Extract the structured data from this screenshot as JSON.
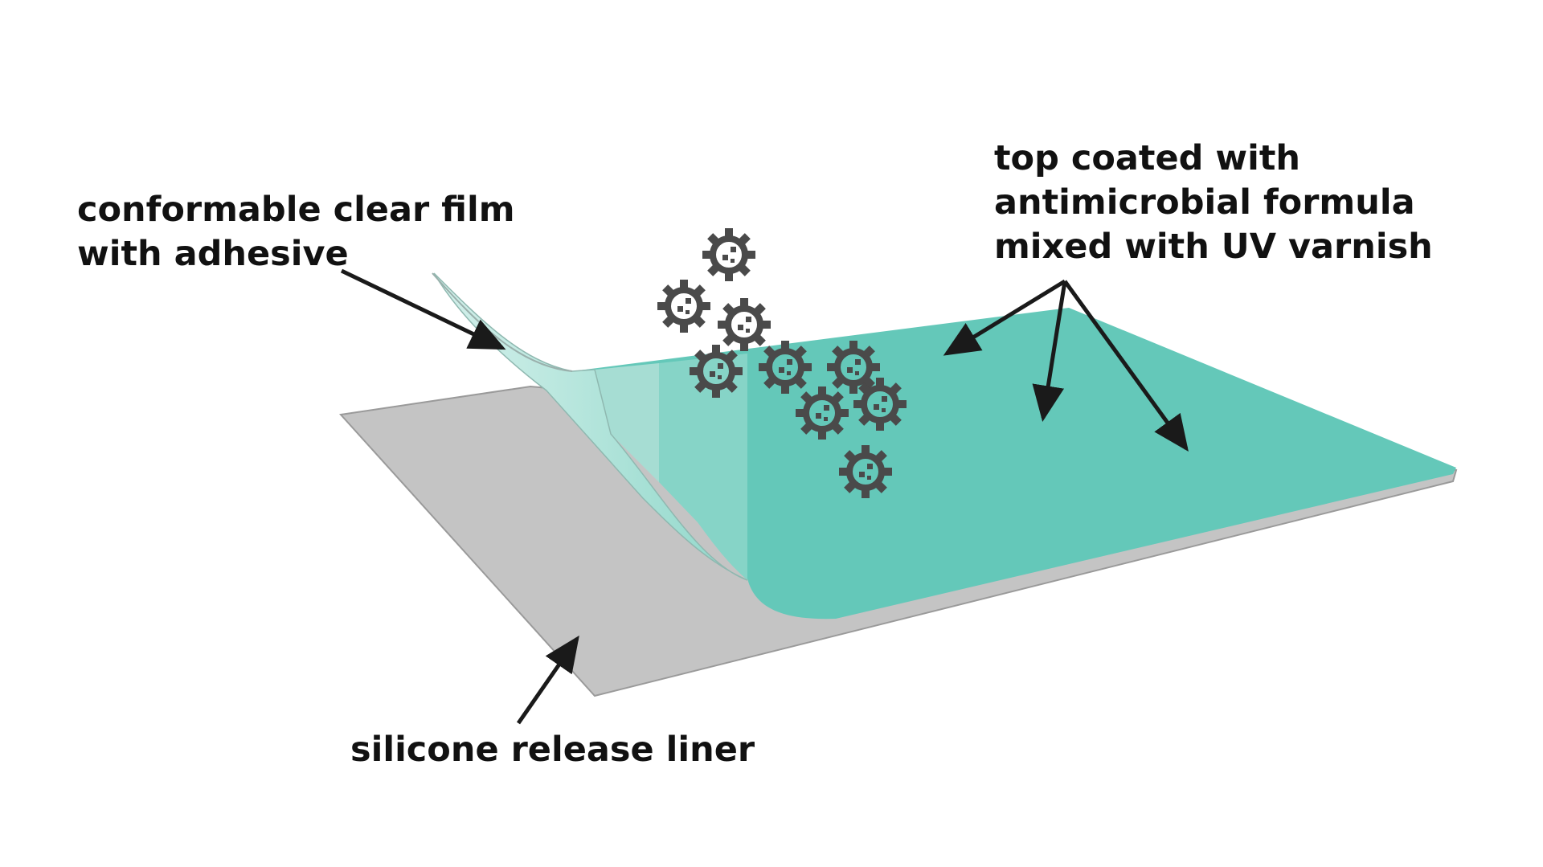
{
  "labels": {
    "film": {
      "line1": "conformable clear film",
      "line2": "with adhesive"
    },
    "coating": {
      "line1": "top coated with",
      "line2": "antimicrobial formula",
      "line3": "mixed with UV varnish"
    },
    "liner": {
      "line1": "silicone release liner"
    }
  },
  "colors": {
    "liner": "#c4c4c4",
    "liner_edge": "#9a9a9a",
    "coating": "#64c8b9",
    "film_light": "#c9ebe5",
    "film_mid": "#9fdccf",
    "microbe": "#4a4a4a",
    "arrow": "#1a1a1a",
    "text": "#111111"
  },
  "icons": {
    "microbe": "virus-icon"
  }
}
